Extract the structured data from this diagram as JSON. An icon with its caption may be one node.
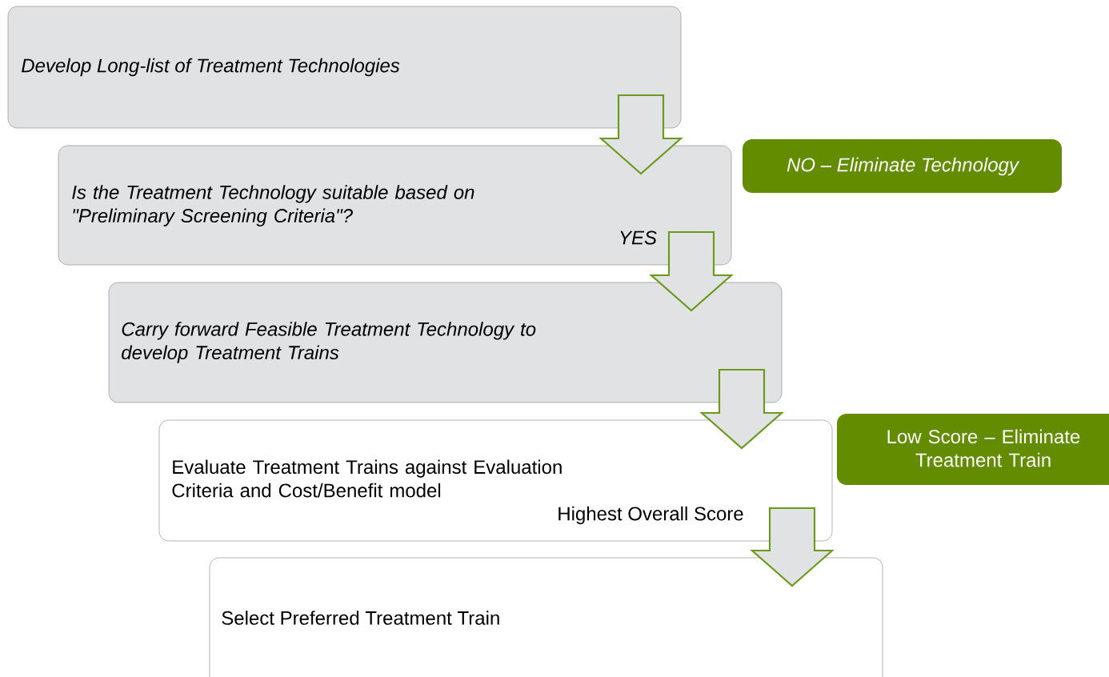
{
  "diagram": {
    "nodes": [
      {
        "text": [
          "Develop Long-list of Treatment Technologies"
        ]
      },
      {
        "text": [
          "Is the Treatment Technology suitable based on \"Preliminary Screening Criteria\"?",
          "YES"
        ]
      },
      {
        "text": [
          "NO – Eliminate Technology"
        ]
      },
      {
        "text": [
          "Carry forward Feasible Treatment Technology to develop Treatment Trains"
        ]
      },
      {
        "text": [
          "Evaluate Treatment Trains against Evaluation Criteria and Cost/Benefit model",
          "Highest Overall Score"
        ]
      },
      {
        "text": [
          "Low Score – Eliminate Treatment Train"
        ]
      },
      {
        "text": [
          "Select Preferred Treatment Train"
        ]
      }
    ],
    "edges": [
      {
        "from": 0,
        "to": 1,
        "arrow": "to"
      },
      {
        "from": 1,
        "to": 3,
        "arrow": "to"
      },
      {
        "from": 3,
        "to": 4,
        "arrow": "to"
      },
      {
        "from": 4,
        "to": 6,
        "arrow": "to"
      }
    ]
  }
}
